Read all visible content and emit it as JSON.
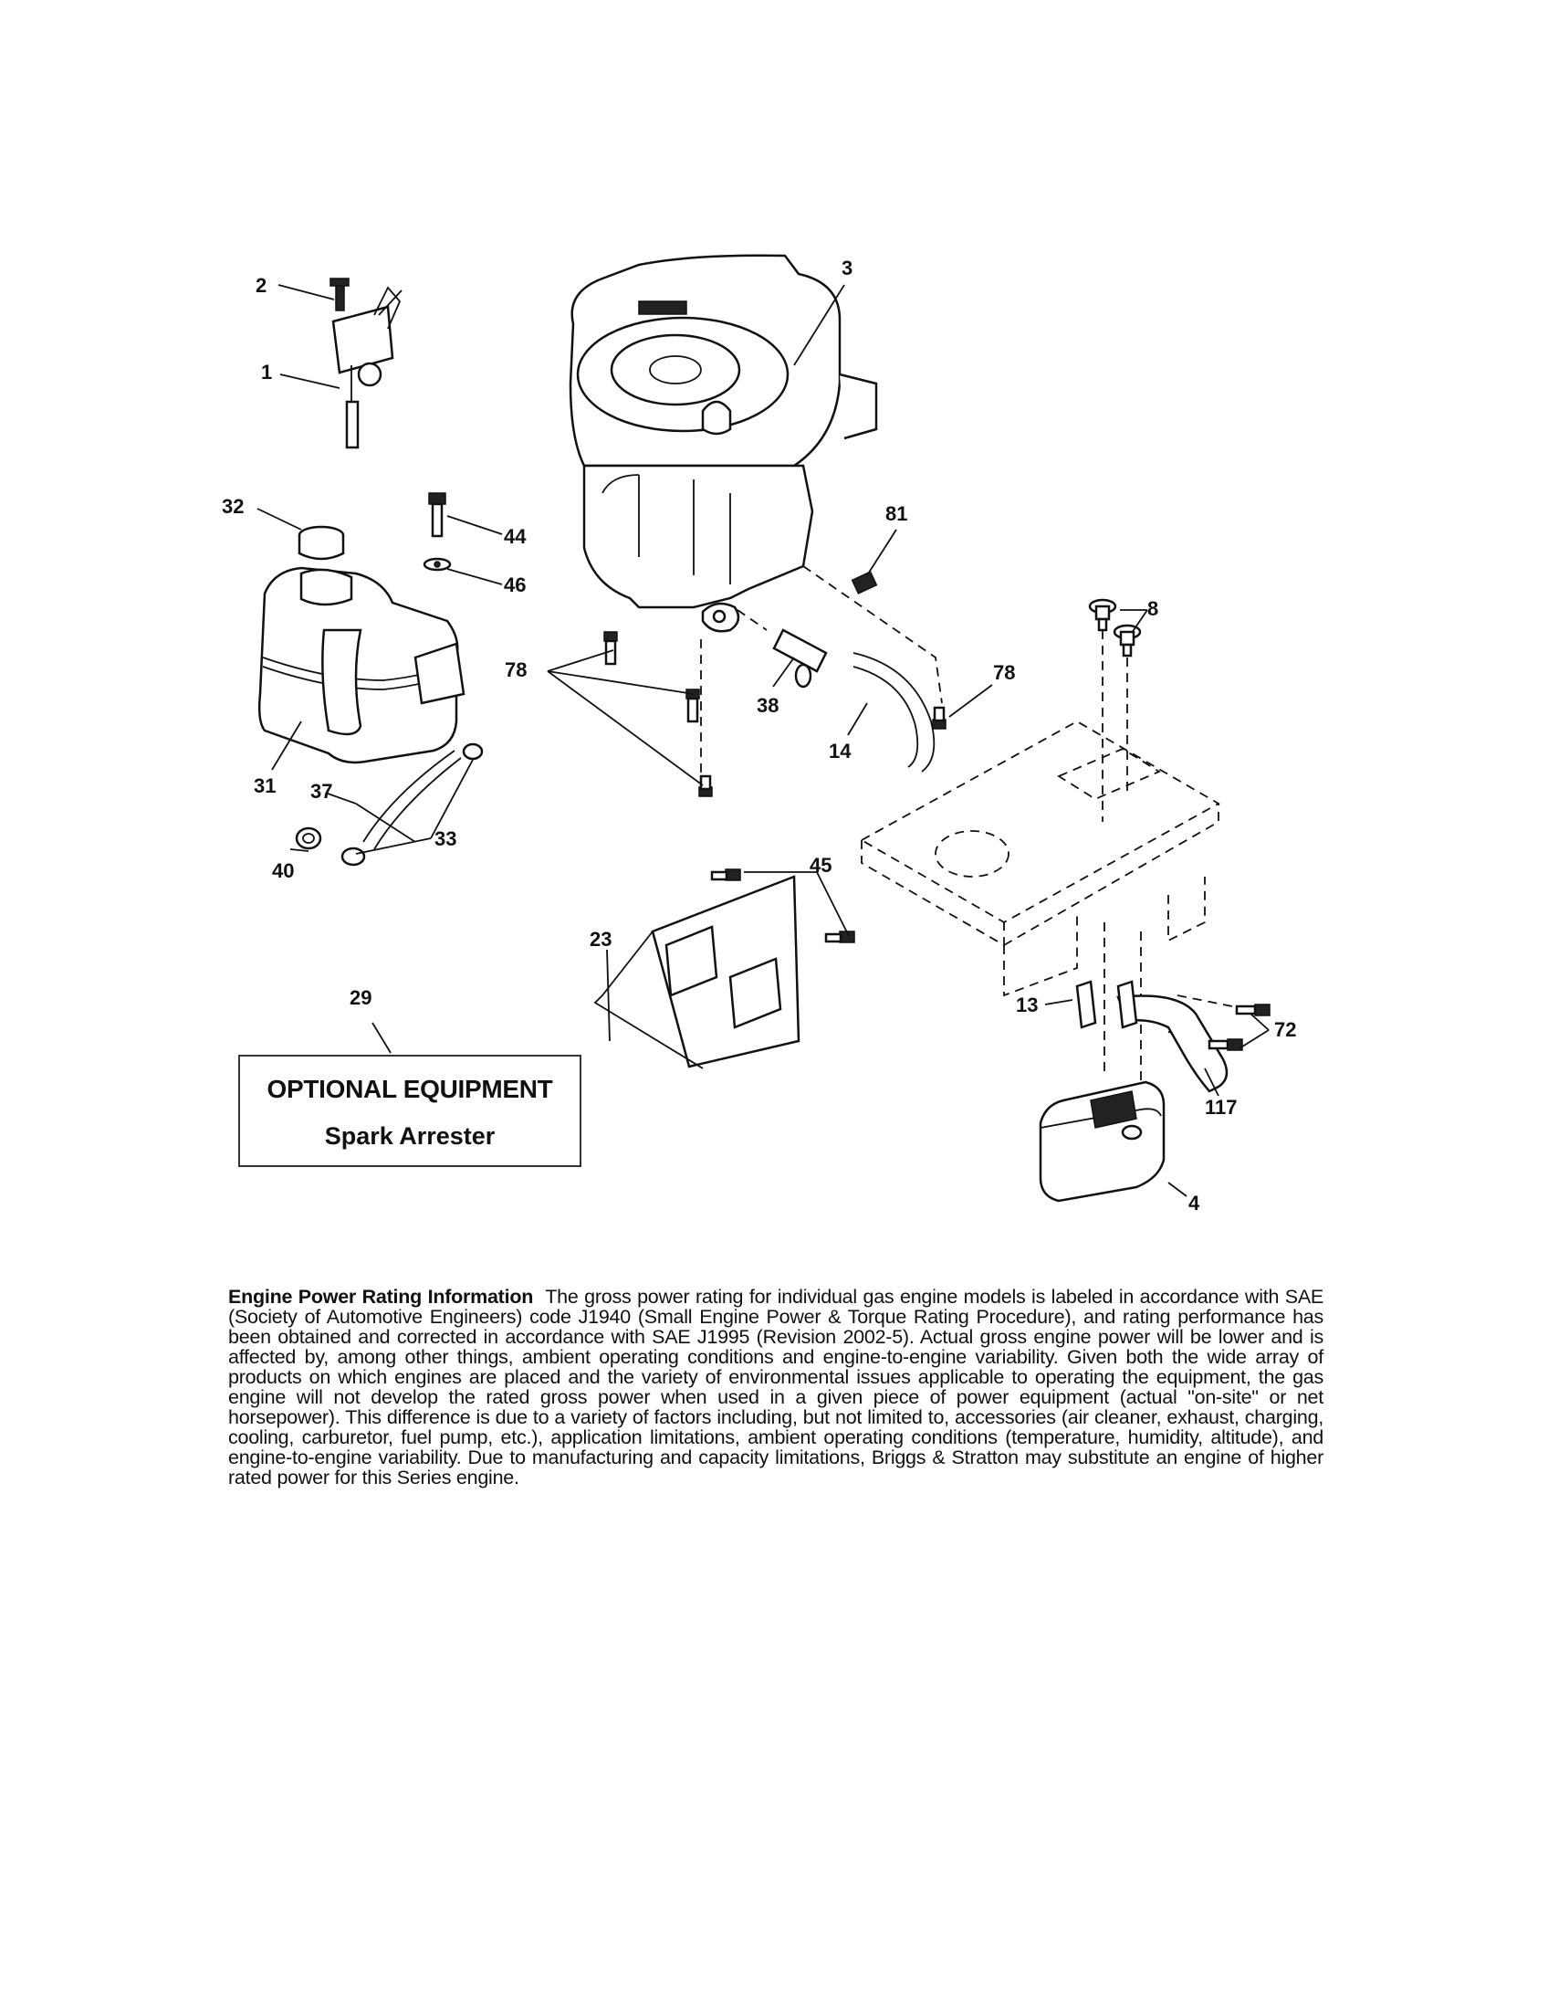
{
  "callouts": {
    "c1": "1",
    "c2": "2",
    "c3": "3",
    "c4": "4",
    "c8": "8",
    "c13": "13",
    "c14": "14",
    "c23": "23",
    "c29": "29",
    "c31": "31",
    "c32": "32",
    "c33": "33",
    "c37": "37",
    "c38": "38",
    "c40": "40",
    "c44": "44",
    "c45": "45",
    "c46": "46",
    "c72": "72",
    "c78a": "78",
    "c78b": "78",
    "c81": "81",
    "c117": "117"
  },
  "optional_box": {
    "title": "OPTIONAL EQUIPMENT",
    "subtitle": "Spark Arrester"
  },
  "info": {
    "heading": "Engine Power Rating Information",
    "body": "The gross power rating for individual gas engine models is labeled in accordance with SAE (Society of Automotive Engineers) code J1940 (Small Engine Power & Torque Rating Procedure), and rating performance has been obtained and corrected in accordance with SAE J1995 (Revision 2002-5). Actual gross engine power will be lower and is affected by, among other things, ambient operating conditions and engine-to-engine variability. Given both the wide array of products on which engines are placed and the variety of environmental issues applicable to operating the equipment, the gas engine will not develop the rated gross power when used in a given piece of power equipment (actual \"on-site\" or net horsepower). This difference is due to a variety of factors including, but not limited to, accessories (air cleaner, exhaust, charging, cooling, carburetor, fuel pump, etc.), application limitations, ambient operating conditions (temperature, humidity, altitude), and engine-to-engine variability. Due to manufacturing and capacity limitations, Briggs & Stratton may substitute an engine of higher rated power for this Series engine."
  }
}
